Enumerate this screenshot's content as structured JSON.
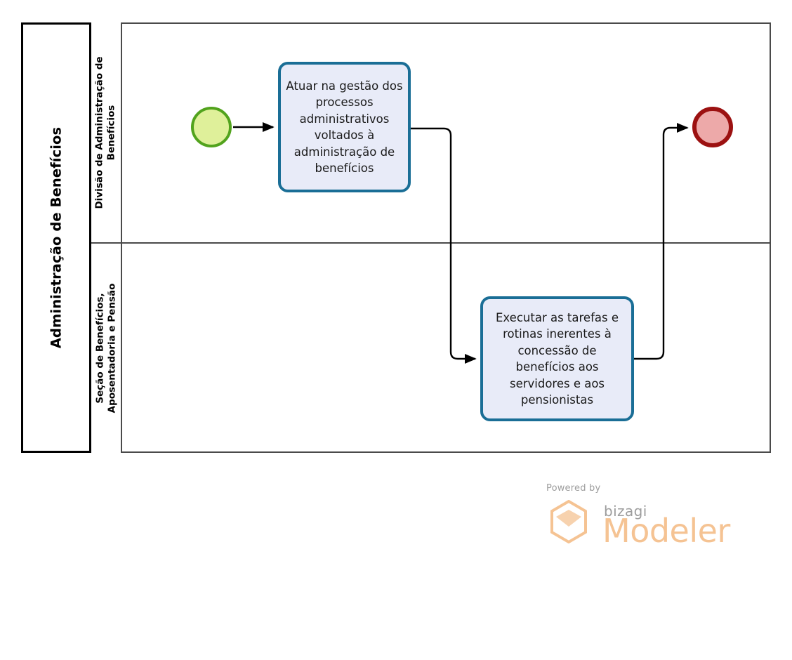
{
  "diagram": {
    "type": "bpmn-pool-lane-process",
    "pool": {
      "name": "Administração de Benefícios"
    },
    "lanes": [
      {
        "id": "lane-divisao",
        "name": "Divisão de Administração de Benefícios",
        "name_line_1": "Divisão de Administração de",
        "name_line_2": "Benefícios"
      },
      {
        "id": "lane-secao",
        "name": "Seção de Benefícios, Aposentadoria e Pensão",
        "name_line_1": "Seção de Benefícios,",
        "name_line_2": "Aposentadoria e Pensão"
      }
    ],
    "events": [
      {
        "id": "start-event",
        "type": "start",
        "label": "",
        "lane": "lane-divisao",
        "fill": "#dff09a",
        "stroke": "#52a31d"
      },
      {
        "id": "end-event",
        "type": "end",
        "label": "",
        "lane": "lane-divisao",
        "fill": "#eda9a9",
        "stroke": "#9c1111"
      }
    ],
    "tasks": [
      {
        "id": "task-1",
        "lane": "lane-divisao",
        "label": "Atuar na gestão dos processos administrativos voltados à administração de benefícios",
        "fill": "#e8ebf8",
        "stroke": "#1a6e96"
      },
      {
        "id": "task-2",
        "lane": "lane-secao",
        "label": "Executar as tarefas e rotinas inerentes à concessão de benefícios aos servidores e aos pensionistas",
        "fill": "#e8ebf8",
        "stroke": "#1a6e96"
      }
    ],
    "flows": [
      {
        "id": "flow-1",
        "from": "start-event",
        "to": "task-1",
        "label": ""
      },
      {
        "id": "flow-2",
        "from": "task-1",
        "to": "task-2",
        "label": ""
      },
      {
        "id": "flow-3",
        "from": "task-2",
        "to": "end-event",
        "label": ""
      }
    ]
  },
  "watermark": {
    "powered_by": "Powered by",
    "brand": "bizagi",
    "product": "Modeler",
    "accent_color": "#f5c393",
    "text_color": "#9d9d9d"
  }
}
